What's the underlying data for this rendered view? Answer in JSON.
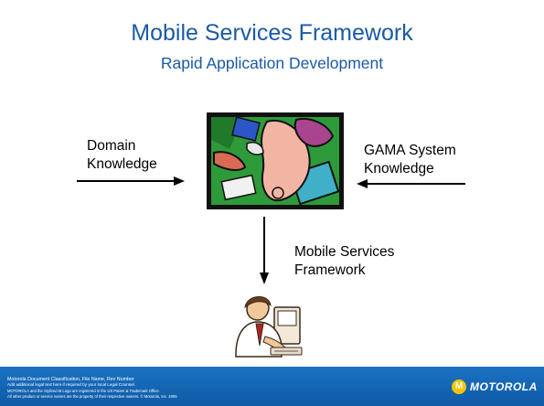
{
  "slide": {
    "title": "Mobile Services Framework",
    "subtitle": "Rapid Application Development",
    "left_label": [
      "Domain",
      "Knowledge"
    ],
    "right_label": [
      "GAMA System",
      "Knowledge"
    ],
    "bottom_label": [
      "Mobile Services",
      "Framework"
    ]
  },
  "images": {
    "collaboration_clipart": "collaboration-clipart-icon",
    "person_at_computer": "person-at-computer-icon"
  },
  "footer": {
    "line1": "Motorola Document Classification, File Name, Rev Number",
    "line2": "Add additional legal text here if required by your local Legal Counsel.",
    "line3": "MOTOROLA and the Stylized M Logo are registered in the US Patent & Trademark Office.",
    "line4": "All other product or service names are the property of their respective owners. © Motorola, Inc. 2005",
    "logo_mark": "M",
    "logo_text": "MOTOROLA"
  },
  "colors": {
    "title": "#1a5aa6",
    "footer_bar": "#1565b4",
    "logo_mark": "#f5c400"
  }
}
